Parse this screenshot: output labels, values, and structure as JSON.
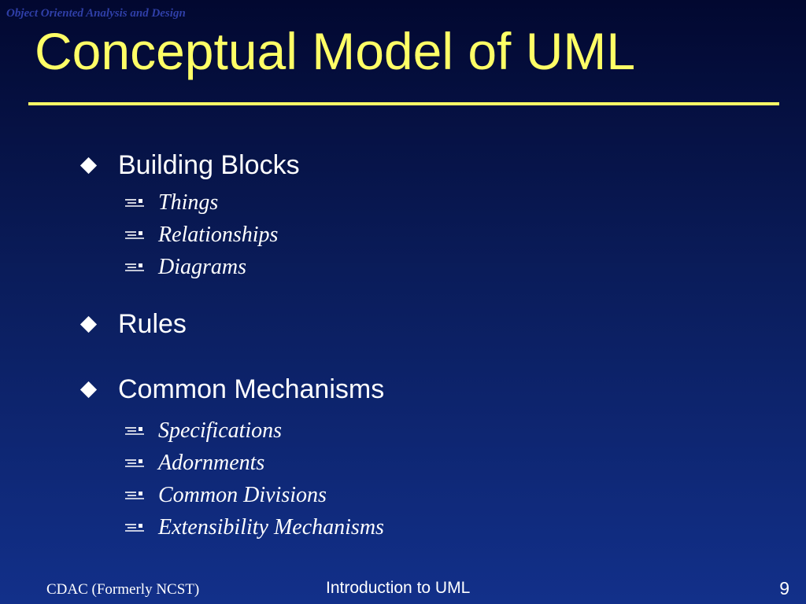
{
  "header": {
    "note": "Object Oriented Analysis and Design"
  },
  "title": "Conceptual Model of UML",
  "colors": {
    "title": "#ffff66",
    "text": "#ffffff",
    "background_top": "#020830",
    "background_bottom": "#12308a"
  },
  "bullets": [
    {
      "label": "Building Blocks",
      "icon": "diamond-bullet-icon",
      "children": [
        {
          "label": "Things",
          "icon": "sub-bullet-icon"
        },
        {
          "label": "Relationships",
          "icon": "sub-bullet-icon"
        },
        {
          "label": "Diagrams",
          "icon": "sub-bullet-icon"
        }
      ]
    },
    {
      "label": "Rules",
      "icon": "diamond-bullet-icon",
      "children": []
    },
    {
      "label": "Common Mechanisms",
      "icon": "diamond-bullet-icon",
      "children": [
        {
          "label": "Specifications",
          "icon": "sub-bullet-icon"
        },
        {
          "label": "Adornments",
          "icon": "sub-bullet-icon"
        },
        {
          "label": "Common Divisions",
          "icon": "sub-bullet-icon"
        },
        {
          "label": "Extensibility Mechanisms",
          "icon": "sub-bullet-icon"
        }
      ]
    }
  ],
  "footer": {
    "left": "CDAC (Formerly NCST)",
    "center": "Introduction to UML",
    "page_number": "9"
  }
}
